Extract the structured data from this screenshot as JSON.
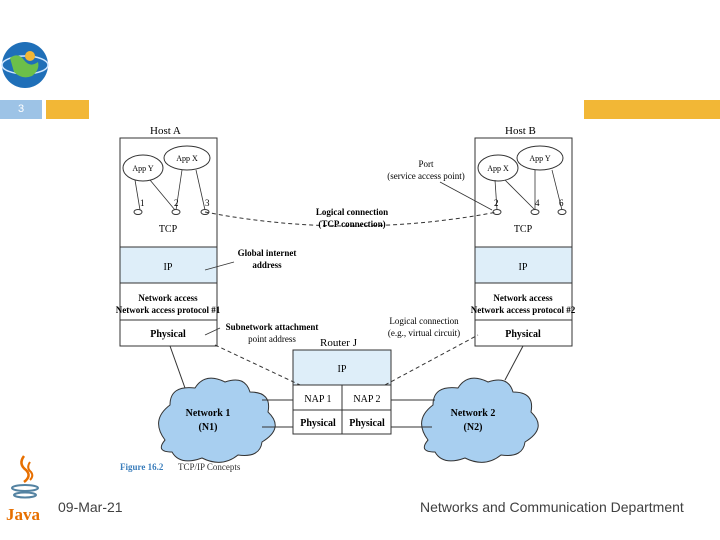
{
  "slide": {
    "number": "3",
    "date": "09-Mar-21",
    "department": "Networks and Communication Department"
  },
  "colors": {
    "accent_gold": "#f2b736",
    "accent_blue": "#9dc3e6",
    "ip_layer_fill": "#deeef9",
    "cloud_fill": "#a8cff0"
  },
  "icons": [
    "globe-logo-icon",
    "java-logo-icon"
  ],
  "diagram": {
    "host_a": {
      "title": "Host A",
      "apps": [
        "App Y",
        "App X"
      ],
      "ports": [
        "1",
        "2",
        "3"
      ],
      "layers": [
        "TCP",
        "IP",
        "Network access protocol #1",
        "Physical"
      ]
    },
    "host_b": {
      "title": "Host B",
      "apps": [
        "App X",
        "App Y"
      ],
      "ports": [
        "2",
        "4",
        "6"
      ],
      "layers": [
        "TCP",
        "IP",
        "Network access protocol #2",
        "Physical"
      ]
    },
    "router": {
      "title": "Router J",
      "ip": "IP",
      "naps": [
        "NAP 1",
        "NAP 2"
      ],
      "physical": [
        "Physical",
        "Physical"
      ]
    },
    "networks": [
      {
        "name": "Network 1",
        "abbr": "(N1)"
      },
      {
        "name": "Network 2",
        "abbr": "(N2)"
      }
    ],
    "annotations": {
      "port": "Port",
      "port_sub": "(service access point)",
      "logical_tcp": "Logical connection",
      "logical_tcp_sub": "(TCP connection)",
      "global_addr": "Global internet",
      "global_addr_sub": "address",
      "subnet_addr": "Subnetwork attachment",
      "subnet_addr_sub": "point address",
      "logical_vc": "Logical connection",
      "logical_vc_sub": "(e.g., virtual circuit)"
    },
    "caption_label": "Figure 16.2",
    "caption_text": "TCP/IP Concepts"
  }
}
